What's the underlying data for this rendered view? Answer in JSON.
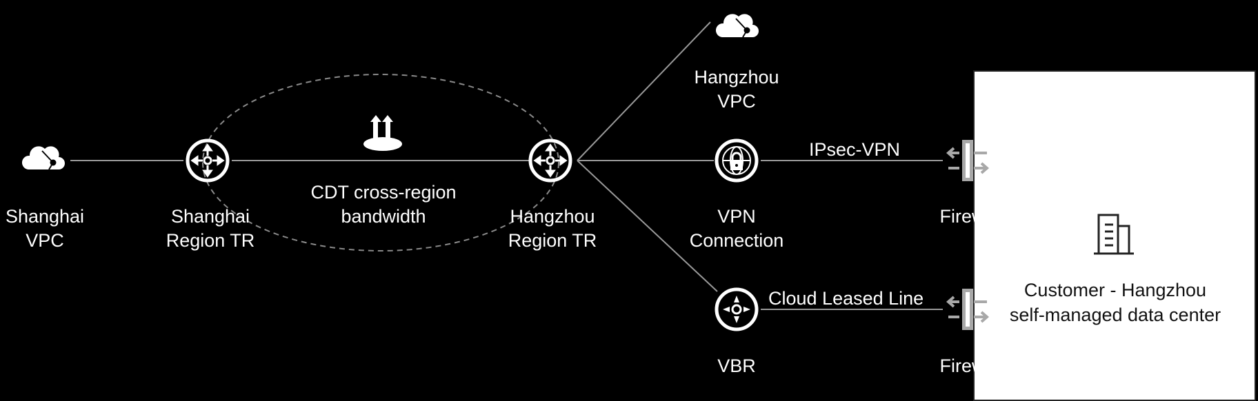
{
  "nodes": {
    "shanghai_vpc": {
      "line1": "Shanghai",
      "line2": "VPC",
      "icon": "cloud-vpc-icon"
    },
    "shanghai_tr": {
      "line1": "Shanghai",
      "line2": "Region TR",
      "icon": "router-icon"
    },
    "cdt": {
      "line1": "CDT cross-region",
      "line2": "bandwidth",
      "icon": "bandwidth-icon"
    },
    "hangzhou_tr": {
      "line1": "Hangzhou",
      "line2": "Region TR",
      "icon": "router-icon"
    },
    "hangzhou_vpc": {
      "line1": "Hangzhou",
      "line2": "VPC",
      "icon": "cloud-vpc-icon"
    },
    "vpn_connection": {
      "line1": "VPN",
      "line2": "Connection",
      "icon": "vpn-lock-icon"
    },
    "vbr": {
      "line1": "VBR",
      "icon": "vbr-router-icon"
    },
    "firewall_top": {
      "line1": "Firewall",
      "icon": "firewall-icon"
    },
    "firewall_bottom": {
      "line1": "Firewall",
      "icon": "firewall-icon"
    },
    "data_center": {
      "line1": "Customer - Hangzhou",
      "line2": "self-managed data center",
      "icon": "building-icon"
    }
  },
  "edges": {
    "ipsec": "IPsec-VPN",
    "leased_line": "Cloud Leased Line"
  },
  "colors": {
    "background": "#000000",
    "foreground": "#ffffff",
    "line": "#9a9a9a",
    "firewall": "#a8a8a8",
    "box": "#ffffff"
  }
}
